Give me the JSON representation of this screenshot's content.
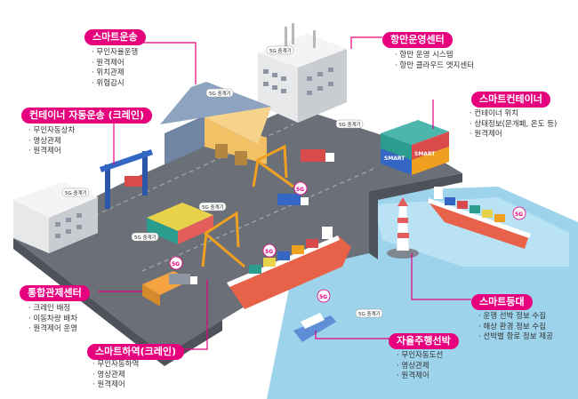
{
  "callouts": {
    "smart_transport": {
      "title": "스마트운송",
      "items": [
        "무인자율운행",
        "원격제어",
        "위치관제",
        "위험감시"
      ]
    },
    "port_ops": {
      "title": "항만운영센터",
      "items": [
        "항만 운영 시스템",
        "항만 클라우드 엣지센터"
      ]
    },
    "crane_auto": {
      "title": "컨테이너 자동운송 (크레인)",
      "items": [
        "무인자동상차",
        "영상관제",
        "원격제어"
      ]
    },
    "smart_container": {
      "title": "스마트컨테이너",
      "items": [
        "컨테이너 위치",
        "상태정보(문개폐, 온도 등)",
        "원격제어"
      ]
    },
    "control_center": {
      "title": "통합관제센터",
      "items": [
        "크레인 배정",
        "이동차량 배차",
        "원격제어 운영"
      ]
    },
    "smart_buoy": {
      "title": "스마트등대",
      "items": [
        "운행 선박 정보 수집",
        "해상 환경 정보 수집",
        "선박별 항로 정보 제공"
      ]
    },
    "smart_unload": {
      "title": "스마트하역(크레인)",
      "items": [
        "무인자동하역",
        "영상관제",
        "원격제어"
      ]
    },
    "auto_ship": {
      "title": "자율주행선박",
      "items": [
        "무인자동도선",
        "영상관제",
        "원격제어"
      ]
    }
  },
  "relay_label": "5G 중계기",
  "signal_label": "5G",
  "container_text": "SMART",
  "colors": {
    "accent": "#e6007e",
    "sea": "#9ed3ec",
    "ground": "#6b6f78",
    "ground_dark": "#4e525a"
  }
}
